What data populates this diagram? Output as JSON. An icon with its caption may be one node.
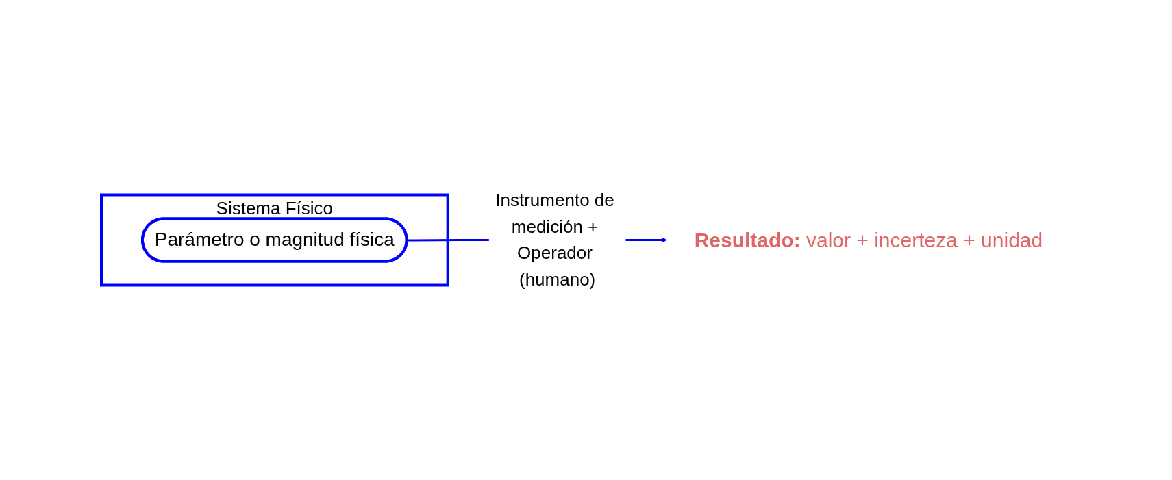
{
  "diagram": {
    "nodes": [
      {
        "text": [
          "Sistema  Físico"
        ]
      },
      {
        "text": [
          "Parámetro o magnitud física"
        ],
        "in": 0
      },
      {
        "text": [
          "**Resultado:** valor + incerteza + unidad"
        ]
      }
    ],
    "edges": [
      {
        "from": 1,
        "to": 2,
        "arrow": "to",
        "label": "Instrumento de medición + Operador (humano)"
      }
    ]
  }
}
